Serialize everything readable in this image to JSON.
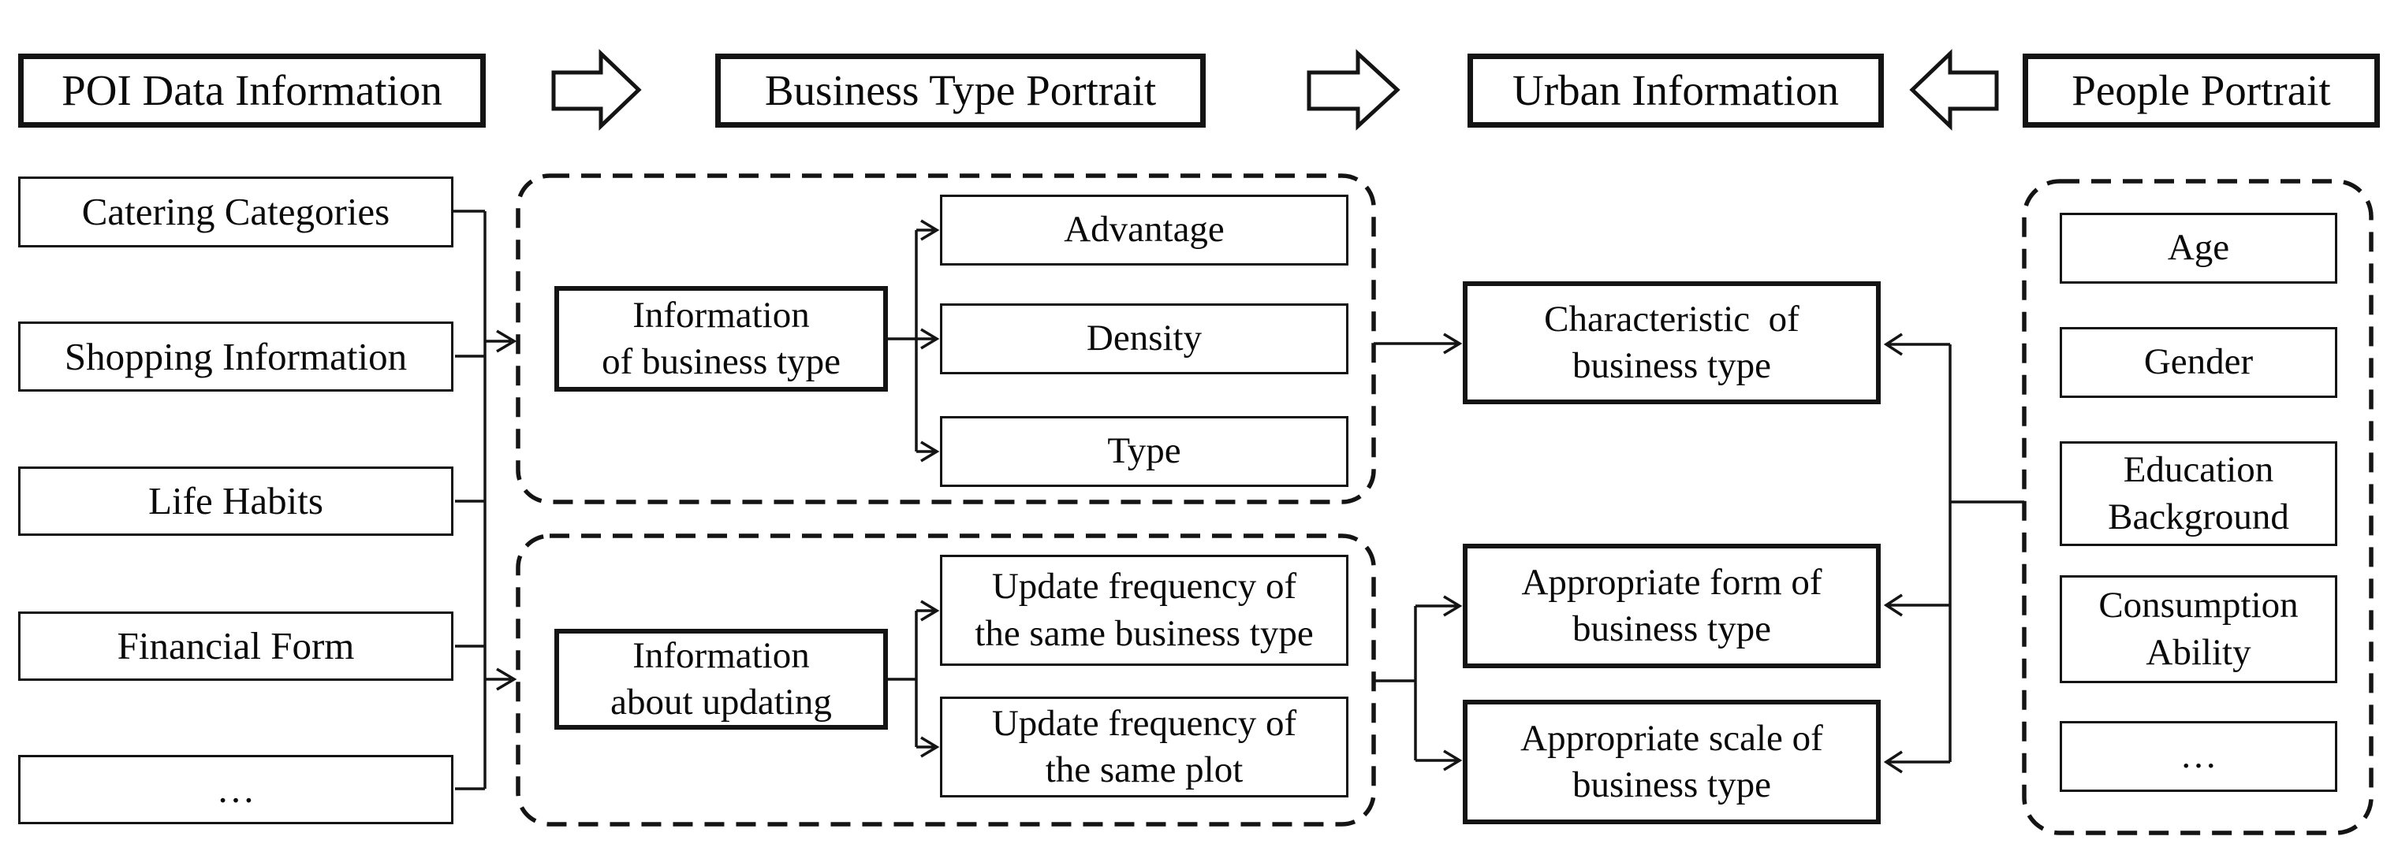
{
  "headers": {
    "poi": "POI Data Information",
    "business_type": "Business Type Portrait",
    "urban": "Urban Information",
    "people": "People Portrait"
  },
  "poi_items": {
    "catering": "Catering Categories",
    "shopping": "Shopping Information",
    "life_habits": "Life Habits",
    "financial": "Financial Form",
    "ellipsis": "…"
  },
  "business_type_group": {
    "info_business": "Information\nof business type",
    "advantage": "Advantage",
    "density": "Density",
    "type": "Type"
  },
  "updating_group": {
    "info_updating": "Information\nabout updating",
    "update_same_business_type": "Update frequency of\nthe same business type",
    "update_same_plot": "Update frequency of\nthe same plot"
  },
  "urban_outputs": {
    "characteristic": "Characteristic  of\nbusiness type",
    "appropriate_form": "Appropriate form of\nbusiness type",
    "appropriate_scale": "Appropriate scale of\nbusiness type"
  },
  "people_items": {
    "age": "Age",
    "gender": "Gender",
    "education": "Education\nBackground",
    "consumption": "Consumption\nAbility",
    "ellipsis": "…"
  },
  "colors": {
    "line": "#141414",
    "background": "#ffffff",
    "box_background": "#ffffff"
  }
}
